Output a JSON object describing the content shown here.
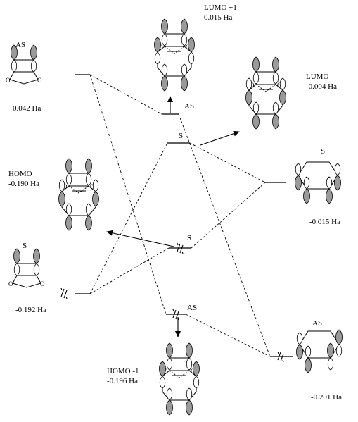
{
  "labels": {
    "as_frag_sym": "AS",
    "as_frag_energy": "0.042 Ha",
    "s_frag_sym": "S",
    "s_frag_energy": "-0.192 Ha",
    "lumo1_name": "LUMO +1",
    "lumo1_energy": "0.015 Ha",
    "lumo_name": "LUMO",
    "lumo_energy": "-0.004 Ha",
    "homo_name": "HOMO",
    "homo_energy": "-0.190 Ha",
    "homo1_name": "HOMO -1",
    "homo1_energy": "-0.196 Ha",
    "hex_s_sym": "S",
    "hex_s_energy": "-0.015 Ha",
    "hex_as_sym": "AS",
    "hex_as_energy": "-0.201 Ha",
    "lvl_as_top": "AS",
    "lvl_s_mid": "S",
    "lvl_s_low": "S",
    "lvl_as_low": "AS"
  },
  "colors": {
    "lobe_shaded": "#9a9a9a",
    "lobe_open": "#ffffff",
    "line": "#000000"
  }
}
